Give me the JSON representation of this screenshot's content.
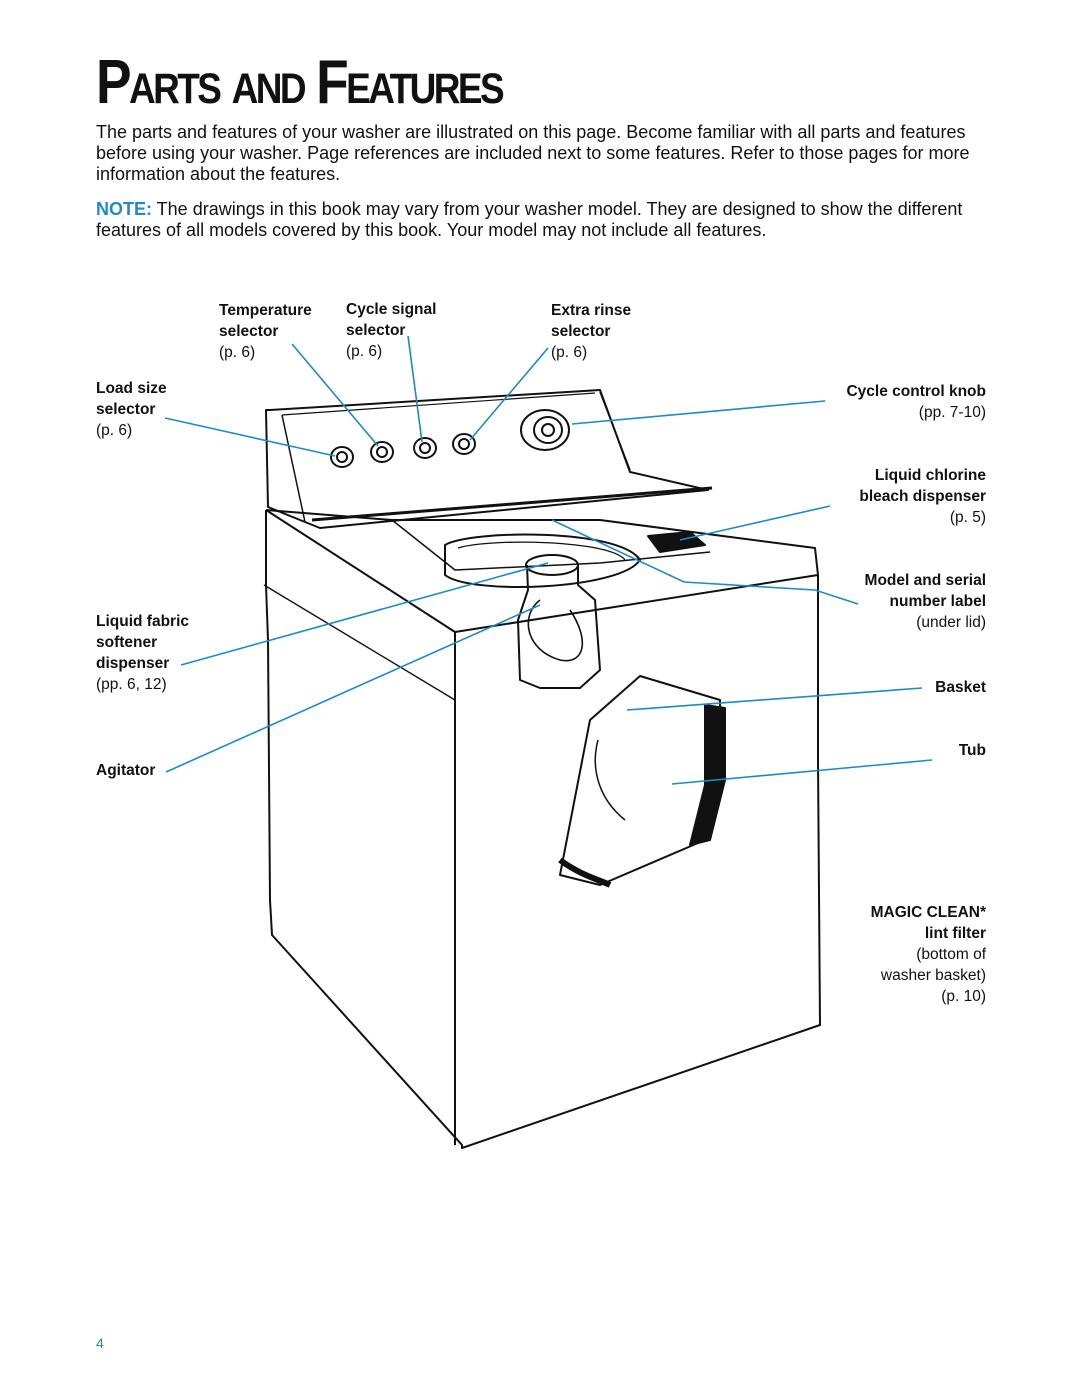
{
  "page": {
    "title": "Parts and Features",
    "intro": "The parts and features of your washer are illustrated on this page. Become familiar with all parts and features before using your washer. Page references are included next to some features. Refer to those pages for more information about the features.",
    "note_label": "NOTE:",
    "note_text": " The drawings in this book may vary from your washer model. They are designed to show the different features of all models covered by this book. Your model may not include all features.",
    "page_number": "4",
    "accent_color": "#1e8ac7"
  },
  "callouts": {
    "temperature": {
      "name1": "Temperature",
      "name2": "selector",
      "ref": "(p. 6)"
    },
    "cycle_signal": {
      "name1": "Cycle signal",
      "name2": "selector",
      "ref": "(p. 6)"
    },
    "extra_rinse": {
      "name1": "Extra rinse",
      "name2": "selector",
      "ref": "(p. 6)"
    },
    "load_size": {
      "name1": "Load size",
      "name2": "selector",
      "ref": "(p. 6)"
    },
    "cycle_control": {
      "name1": "Cycle control knob",
      "ref": "(pp. 7-10)"
    },
    "chlorine": {
      "name1": "Liquid chlorine",
      "name2": "bleach dispenser",
      "ref": "(p. 5)"
    },
    "model_serial": {
      "name1": "Model and serial",
      "name2": "number label",
      "ref": "(under lid)"
    },
    "fabric_softener": {
      "name1": "Liquid fabric",
      "name2": "softener",
      "name3": "dispenser",
      "ref": "(pp. 6, 12)"
    },
    "basket": {
      "name1": "Basket"
    },
    "tub": {
      "name1": "Tub"
    },
    "agitator": {
      "name1": "Agitator"
    },
    "magic_clean": {
      "name1": "MAGIC CLEAN*",
      "name2": "lint filter",
      "ref1": "(bottom of",
      "ref2": "washer basket)",
      "ref3": "(p. 10)"
    }
  }
}
